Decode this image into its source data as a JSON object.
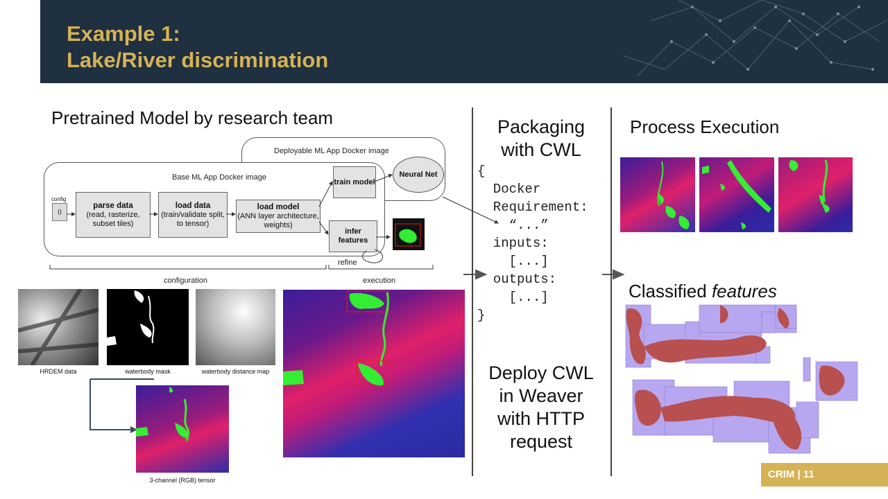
{
  "slide": {
    "title_line1": "Example 1:",
    "title_line2": "Lake/River discrimination",
    "footer": "CRIM | 11"
  },
  "left": {
    "heading": "Pretrained Model by research team",
    "deployable_label": "Deployable ML App Docker image",
    "base_label": "Base ML App Docker image",
    "config_label": "config",
    "config_icon_text": "{}",
    "steps": [
      {
        "title": "parse data",
        "detail": "(read, rasterize, subset tiles)"
      },
      {
        "title": "load data",
        "detail": "(train/validate split, to tensor)"
      },
      {
        "title": "load model",
        "detail": "(ANN layer architecture, weights)"
      }
    ],
    "train_label": "train model",
    "infer_label": "infer features",
    "neural_net_label": "Neural Net",
    "refine_label": "refine",
    "configuration_label": "configuration",
    "execution_label": "execution",
    "captions": {
      "hrdem": "HRDEM data",
      "mask": "waterbody mask",
      "distance": "waterbody distance map",
      "tensor": "3-channel (RGB) tensor"
    }
  },
  "middle": {
    "heading": "Packaging with CWL",
    "code": [
      "{",
      "  Docker",
      "  Requirement:",
      "    “...”",
      "",
      "  inputs:",
      "    [...]",
      "  outputs:",
      "    [...]",
      "}"
    ],
    "deploy_text": "Deploy CWL in Weaver with HTTP request"
  },
  "right": {
    "process_heading": "Process Execution",
    "classified_prefix": "Classified ",
    "classified_em": "features"
  },
  "colors": {
    "header_bg": "#1f3040",
    "title_gold": "#d6b257",
    "water_green": "#33ee33",
    "feature_red": "#b85050",
    "feature_lilac": "#b7a7f0"
  }
}
